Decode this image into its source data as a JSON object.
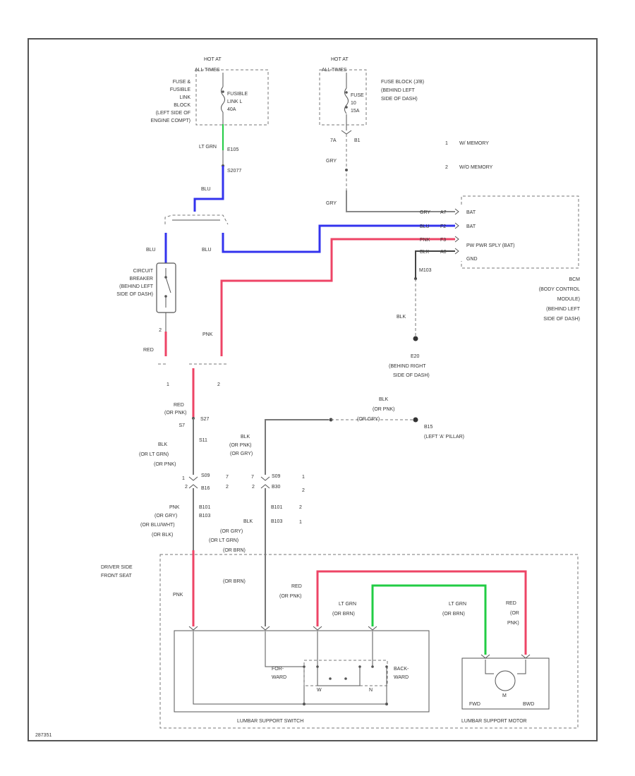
{
  "colors": {
    "frame": "#555555",
    "wire_blue": "#3333ee",
    "wire_red": "#ee4466",
    "wire_green": "#22cc44",
    "wire_gray": "#777777",
    "wire_dark": "#444444"
  },
  "fuse_left": {
    "header": "HOT AT",
    "header2": "ALL TIMES",
    "location_lines": [
      "FUSE &",
      "FUSIBLE",
      "LINK",
      "BLOCK",
      "(LEFT SIDE OF",
      "ENGINE COMPT)"
    ],
    "fuse_lines": [
      "FUSIBLE",
      "LINK L",
      "40A"
    ],
    "wire_label": "LT GRN",
    "connector": "E105",
    "splice": "S2077",
    "splice_wire_label": "BLU"
  },
  "fuse_right": {
    "header": "HOT AT",
    "header2": "ALL TIMES",
    "location_lines": [
      "FUSE BLOCK (J/B)",
      "(BEHIND LEFT",
      "SIDE OF DASH)"
    ],
    "fuse_lines": [
      "FUSE",
      "10",
      "15A"
    ],
    "pin_a": "7A",
    "pin_b": "B1",
    "wire_label_top": "GRY",
    "wire_label_bottom": "GRY"
  },
  "legend": {
    "items": [
      {
        "num": "1",
        "text": "W/ MEMORY"
      },
      {
        "num": "2",
        "text": "W/O MEMORY"
      }
    ]
  },
  "bcm": {
    "pins": [
      {
        "wire": "GRY",
        "pin": "A7",
        "name": "BAT"
      },
      {
        "wire": "BLU",
        "pin": "F2",
        "name": "BAT"
      },
      {
        "wire": "PNK",
        "pin": "F3",
        "name": "PW PWR SPLY (BAT)"
      },
      {
        "wire": "BLK",
        "pin": "A8",
        "name": "GND"
      }
    ],
    "connector": "M103",
    "name_lines": [
      "BCM",
      "(BODY CONTROL",
      "MODULE)",
      "(BEHIND LEFT",
      "SIDE OF DASH)"
    ],
    "ground_wire": "BLK",
    "ground_id": "E20",
    "ground_lines": [
      "(BEHIND RIGHT",
      "SIDE OF DASH)"
    ]
  },
  "circuit_breaker": {
    "wire_top": "BLU",
    "lines": [
      "CIRCUIT",
      "BREAKER",
      "(BEHIND LEFT",
      "SIDE OF DASH)"
    ],
    "pin": "2",
    "wire_bottom": "RED"
  },
  "mid_labels": {
    "blu_right": "BLU",
    "pnk": "PNK",
    "opt1": "1",
    "opt2": "2"
  },
  "lower_left": {
    "wire1_lines": [
      "RED",
      "(OR PNK)"
    ],
    "splice_a": "S27",
    "splice_b": "S11",
    "splice_n": "S7",
    "wire2_lines": [
      "BLK",
      "(OR LT GRN)",
      "(OR PNK)"
    ],
    "conn_rows": [
      {
        "opt": "1",
        "id": "S09"
      },
      {
        "opt": "2",
        "id": "B16"
      }
    ],
    "conn2_rows": [
      "B101",
      "B103"
    ],
    "wire3_lines": [
      "PNK",
      "(OR GRY)",
      "(OR BLU/WHT)",
      "(OR BLK)"
    ]
  },
  "lower_mid": {
    "wire_top_lines": [
      "BLK",
      "(OR PNK)",
      "(OR GRY)"
    ],
    "conn_rows": [
      {
        "opt": "7",
        "id": "S09",
        "opt2": "1"
      },
      {
        "opt": "2",
        "id": "B30",
        "opt2": "2"
      }
    ],
    "conn2_rows": [
      {
        "id": "B101",
        "opt": "2"
      },
      {
        "id": "B103",
        "opt": "1"
      }
    ],
    "wire_bottom_lines": [
      "BLK",
      "(OR GRY)",
      "(OR LT GRN)",
      "(OR BRN)"
    ]
  },
  "ground_b": {
    "wire_lines": [
      "BLK",
      "(OR PNK)",
      "(OR GRY)"
    ],
    "id": "B15",
    "location": "(LEFT 'A' PILLAR)"
  },
  "seat": {
    "label_lines": [
      "DRIVER SIDE",
      "FRONT SEAT"
    ],
    "wire_pnk": "PNK",
    "wire_brn": "(OR BRN)",
    "red_left_lines": [
      "RED",
      "(OR PNK)"
    ],
    "ltgrn_left_lines": [
      "LT GRN",
      "(OR BRN)"
    ],
    "ltgrn_right_lines": [
      "LT GRN",
      "(OR BRN)"
    ],
    "red_right_lines": [
      "RED",
      "(OR",
      "PNK)"
    ],
    "switch_label": "LUMBAR SUPPORT SWITCH",
    "motor_label": "LUMBAR SUPPORT MOTOR",
    "forward_lines": [
      "FOR-",
      "WARD"
    ],
    "backward_lines": [
      "BACK-",
      "WARD"
    ],
    "contact_w": "W",
    "contact_n": "N",
    "motor_symbol": "M",
    "motor_left": "FWD",
    "motor_right": "BWD"
  },
  "footer": {
    "code": "287351"
  }
}
